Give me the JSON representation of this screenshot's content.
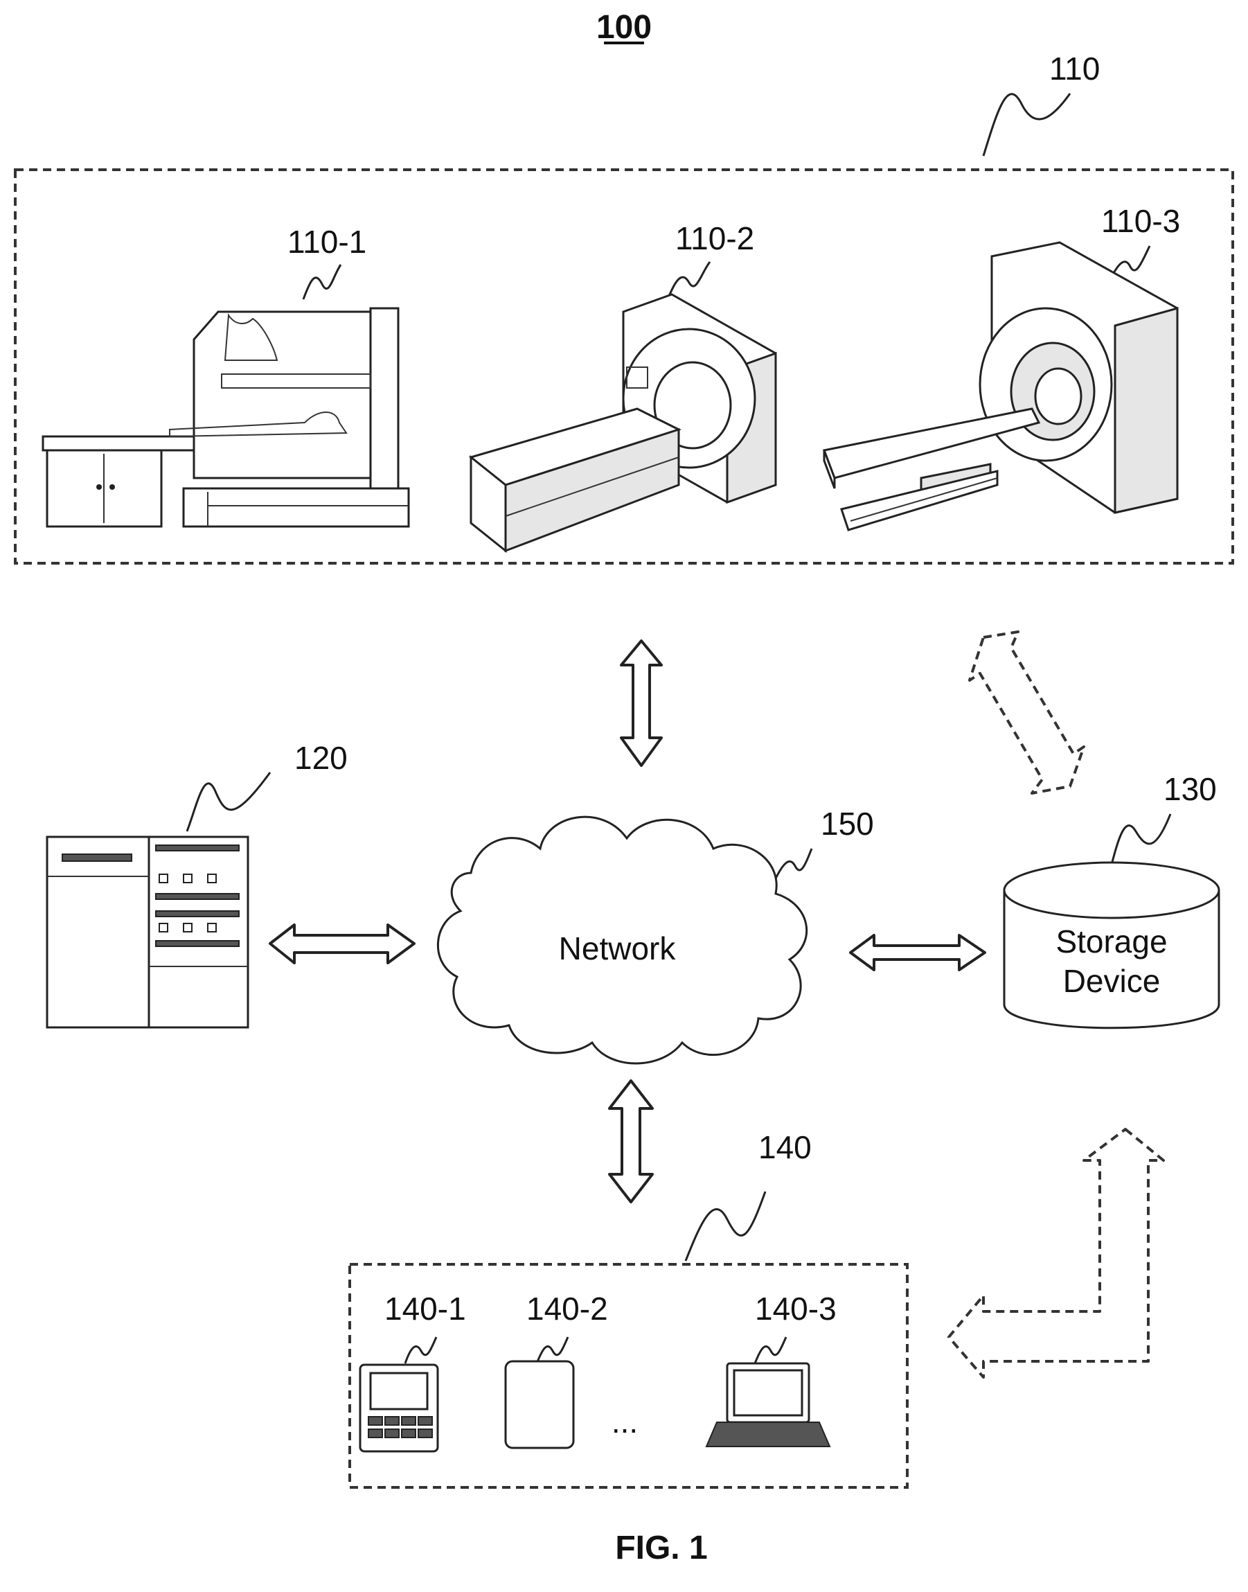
{
  "figure": {
    "number_label": "100",
    "caption": "FIG. 1"
  },
  "imaging_group": {
    "ref": "110",
    "devices": [
      {
        "ref": "110-1"
      },
      {
        "ref": "110-2"
      },
      {
        "ref": "110-3"
      }
    ]
  },
  "processing_device": {
    "ref": "120"
  },
  "storage": {
    "ref": "130",
    "line1": "Storage",
    "line2": "Device"
  },
  "network": {
    "ref": "150",
    "label": "Network"
  },
  "terminals": {
    "ref": "140",
    "devices": [
      {
        "ref": "140-1"
      },
      {
        "ref": "140-2"
      },
      {
        "ref": "140-3"
      }
    ],
    "ellipsis": "..."
  }
}
